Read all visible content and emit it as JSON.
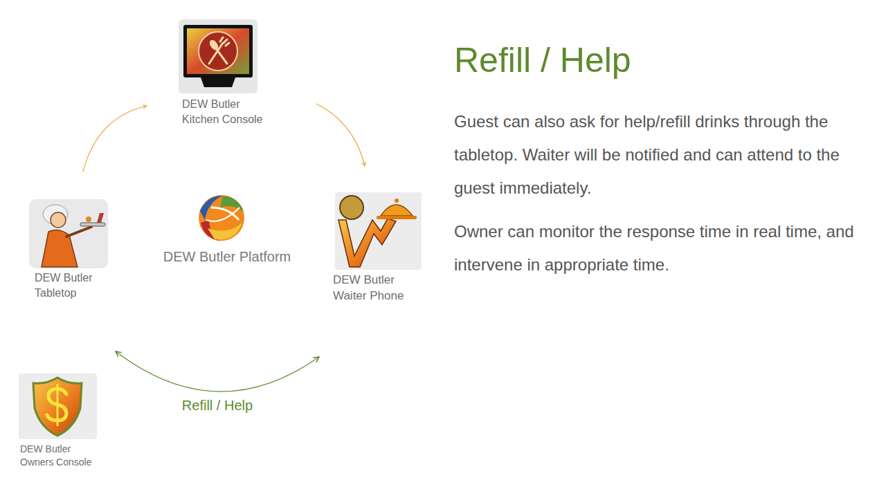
{
  "diagram": {
    "title": "Refill / Help",
    "nodes": [
      {
        "text": [
          "DEW Butler Kitchen Console"
        ]
      },
      {
        "text": [
          "DEW Butler Tabletop"
        ]
      },
      {
        "text": [
          "DEW Butler Platform"
        ]
      },
      {
        "text": [
          "DEW Butler Waiter Phone"
        ]
      },
      {
        "text": [
          "DEW Butler Owners Console"
        ]
      }
    ],
    "edges": [
      {
        "from": 1,
        "to": 0,
        "arrow": "to"
      },
      {
        "from": 0,
        "to": 3,
        "arrow": "to"
      },
      {
        "from": 1,
        "to": 3,
        "label": "Refill / Help",
        "arrow": "both"
      }
    ],
    "labels": [
      "Guest can also ask for help/refill drinks through the tabletop. Waiter will be notified and can attend to the guest immediately.",
      "Owner can monitor the response time in real time, and intervene in appropriate time."
    ]
  }
}
